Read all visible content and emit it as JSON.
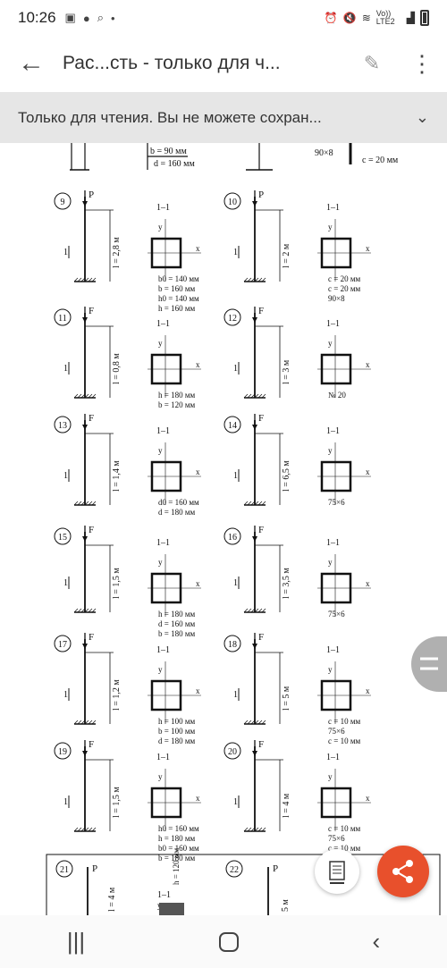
{
  "status_bar": {
    "time": "10:26",
    "network": "Vo)) LTE2"
  },
  "app_bar": {
    "title": "Рас...сть - только для ч..."
  },
  "banner": {
    "text": "Только для чтения. Вы не можете сохран..."
  },
  "document": {
    "top_strip": {
      "b": "b = 90 мм",
      "d": "d = 160 мм",
      "angle": "90×8",
      "c": "c = 20 мм"
    },
    "problems": [
      {
        "num": "9",
        "load": "P",
        "length": "l = 2,8 м",
        "section": "1–1",
        "dims": [
          "b0 = 140 мм",
          "b = 160 мм",
          "h0 = 140 мм",
          "h = 160 мм"
        ]
      },
      {
        "num": "10",
        "load": "P",
        "length": "l = 2 м",
        "section": "1–1",
        "dims": [
          "c = 20 мм",
          "c = 20 мм",
          "90×8"
        ]
      },
      {
        "num": "11",
        "load": "F",
        "length": "l = 0,8 м",
        "section": "1–1",
        "dims": [
          "h = 180 мм",
          "b = 120 мм"
        ]
      },
      {
        "num": "12",
        "load": "F",
        "length": "l = 3 м",
        "section": "1–1",
        "dims": [
          "№ 20"
        ]
      },
      {
        "num": "13",
        "load": "F",
        "length": "l = 1,4 м",
        "section": "1–1",
        "dims": [
          "d0 = 160 мм",
          "d = 180 мм"
        ]
      },
      {
        "num": "14",
        "load": "F",
        "length": "l = 6,5 м",
        "section": "1–1",
        "dims": [
          "75×6"
        ]
      },
      {
        "num": "15",
        "load": "F",
        "length": "l = 1,5 м",
        "section": "1–1",
        "dims": [
          "h = 180 мм",
          "d = 160 мм",
          "b = 180 мм"
        ]
      },
      {
        "num": "16",
        "load": "F",
        "length": "l = 3,5 м",
        "section": "1–1",
        "dims": [
          "75×6"
        ]
      },
      {
        "num": "17",
        "load": "F",
        "length": "l = 1,2 м",
        "section": "1–1",
        "dims": [
          "h = 100 мм",
          "b = 100 мм",
          "d = 180 мм"
        ]
      },
      {
        "num": "18",
        "load": "F",
        "length": "l = 5 м",
        "section": "1–1",
        "dims": [
          "c = 10 мм",
          "75×6",
          "c = 10 мм"
        ]
      },
      {
        "num": "19",
        "load": "F",
        "length": "l = 1,5 м",
        "section": "1–1",
        "dims": [
          "h0 = 160 мм",
          "h = 180 мм",
          "b0 = 160 мм",
          "b = 180 мм"
        ]
      },
      {
        "num": "20",
        "load": "F",
        "length": "l = 4 м",
        "section": "1–1",
        "dims": [
          "c = 10 мм",
          "75×6",
          "c = 10 мм"
        ]
      },
      {
        "num": "21",
        "load": "P",
        "length": "l = 4 м",
        "section": "1–1",
        "dims": [
          "h = 120 мм"
        ]
      },
      {
        "num": "22",
        "load": "P",
        "length": "5 м",
        "section": "",
        "dims": []
      }
    ],
    "axis_x": "x",
    "axis_y": "y",
    "section_mark": "1"
  },
  "icons": {
    "back": "arrow-left-icon",
    "edit": "pencil-icon",
    "more": "more-vert-icon",
    "share": "share-icon",
    "doc": "document-icon"
  }
}
